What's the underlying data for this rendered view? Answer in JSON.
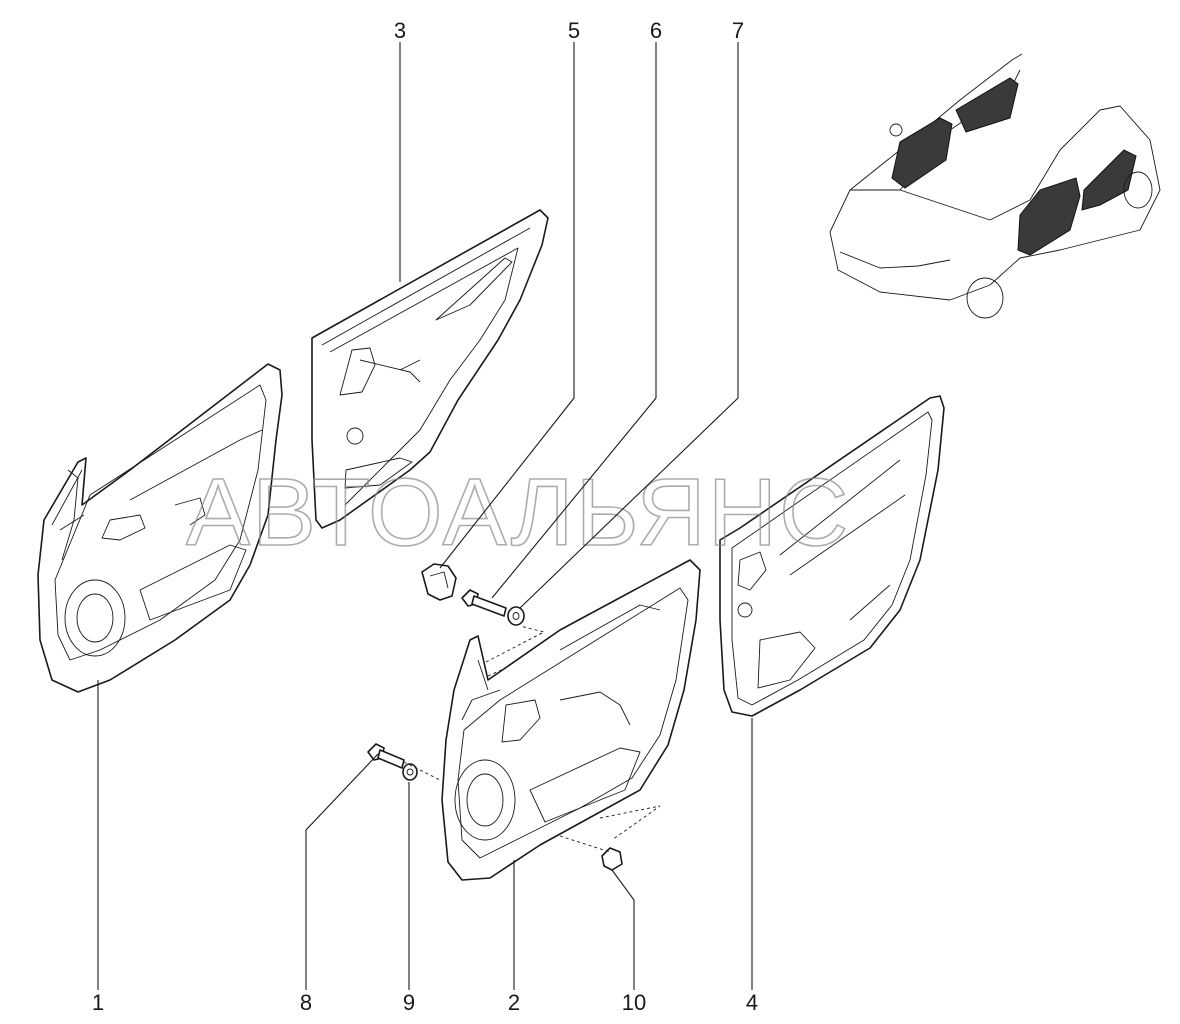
{
  "callouts": [
    {
      "id": "1",
      "label": "1"
    },
    {
      "id": "2",
      "label": "2"
    },
    {
      "id": "3",
      "label": "3"
    },
    {
      "id": "4",
      "label": "4"
    },
    {
      "id": "5",
      "label": "5"
    },
    {
      "id": "6",
      "label": "6"
    },
    {
      "id": "7",
      "label": "7"
    },
    {
      "id": "8",
      "label": "8"
    },
    {
      "id": "9",
      "label": "9"
    },
    {
      "id": "10",
      "label": "10"
    }
  ],
  "watermark": "АВТОАЛЬЯНС"
}
